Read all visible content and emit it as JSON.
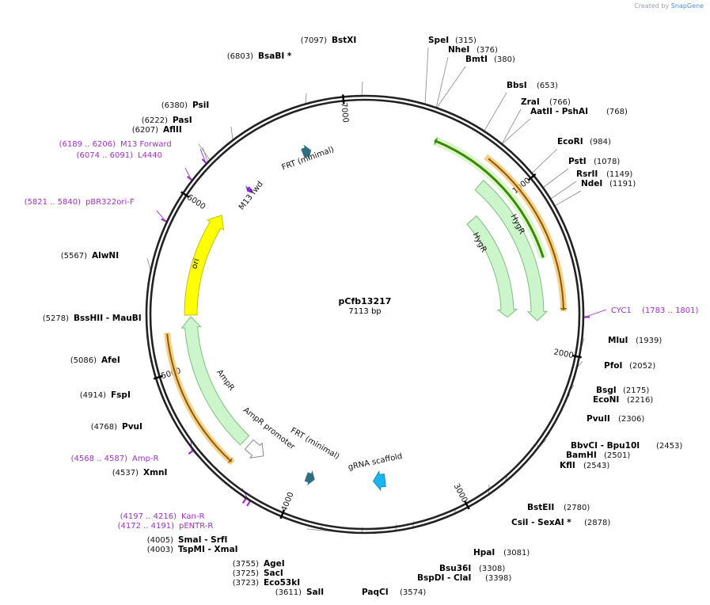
{
  "watermark": {
    "prefix": "Created by",
    "brand": "SnapGene"
  },
  "plasmid": {
    "name": "pCfb13217",
    "length_label": "7113 bp",
    "length": 7113
  },
  "ticks": [
    {
      "pos": 1000,
      "label": "1000"
    },
    {
      "pos": 2000,
      "label": "2000"
    },
    {
      "pos": 3000,
      "label": "3000"
    },
    {
      "pos": 4000,
      "label": "4000"
    },
    {
      "pos": 5000,
      "label": "5000"
    },
    {
      "pos": 6000,
      "label": "6000"
    },
    {
      "pos": 7000,
      "label": "7000"
    }
  ],
  "right_sites": [
    {
      "name": "SpeI",
      "pos": "(315)",
      "bp": 315
    },
    {
      "name": "NheI",
      "pos": "(376)",
      "bp": 376
    },
    {
      "name": "BmtI",
      "pos": "(380)",
      "bp": 380
    },
    {
      "name": "BbsI",
      "pos": "(653)",
      "bp": 653
    },
    {
      "name": "ZraI",
      "pos": "(766)",
      "bp": 766
    },
    {
      "name": "AatII  - PshAI",
      "pos": "(768)",
      "bp": 768
    },
    {
      "name": "EcoRI",
      "pos": "(984)",
      "bp": 984
    },
    {
      "name": "PstI",
      "pos": "(1078)",
      "bp": 1078
    },
    {
      "name": "RsrII",
      "pos": "(1149)",
      "bp": 1149
    },
    {
      "name": "NdeI",
      "pos": "(1191)",
      "bp": 1191
    },
    {
      "name": "MluI",
      "pos": "(1939)",
      "bp": 1939
    },
    {
      "name": "PfoI",
      "pos": "(2052)",
      "bp": 2052
    },
    {
      "name": "BsgI",
      "pos": "(2175)",
      "bp": 2175
    },
    {
      "name": "EcoNI",
      "pos": "(2216)",
      "bp": 2216
    },
    {
      "name": "PvuII",
      "pos": "(2306)",
      "bp": 2306
    },
    {
      "name": "BbvCI  - Bpu10I",
      "pos": "(2453)",
      "bp": 2453
    },
    {
      "name": "BamHI",
      "pos": "(2501)",
      "bp": 2501
    },
    {
      "name": "KflI",
      "pos": "(2543)",
      "bp": 2543
    },
    {
      "name": "BstEII",
      "pos": "(2780)",
      "bp": 2780
    },
    {
      "name": "CsiI  - SexAI *",
      "pos": "(2878)",
      "bp": 2878
    },
    {
      "name": "HpaI",
      "pos": "(3081)",
      "bp": 3081
    },
    {
      "name": "Bsu36I",
      "pos": "(3308)",
      "bp": 3308
    },
    {
      "name": "BspDI  - ClaI",
      "pos": "(3398)",
      "bp": 3398
    },
    {
      "name": "PaqCI",
      "pos": "(3574)",
      "bp": 3574
    }
  ],
  "left_sites": [
    {
      "name": "SalI",
      "pos": "(3611)",
      "bp": 3611
    },
    {
      "name": "Eco53kI",
      "pos": "(3723)",
      "bp": 3723
    },
    {
      "name": "SacI",
      "pos": "(3725)",
      "bp": 3725
    },
    {
      "name": "AgeI",
      "pos": "(3755)",
      "bp": 3755
    },
    {
      "name": "TspMI  - XmaI",
      "pos": "(4003)",
      "bp": 4003
    },
    {
      "name": "SmaI  - SrfI",
      "pos": "(4005)",
      "bp": 4005
    },
    {
      "name": "XmnI",
      "pos": "(4537)",
      "bp": 4537
    },
    {
      "name": "PvuI",
      "pos": "(4768)",
      "bp": 4768
    },
    {
      "name": "FspI",
      "pos": "(4914)",
      "bp": 4914
    },
    {
      "name": "AfeI",
      "pos": "(5086)",
      "bp": 5086
    },
    {
      "name": "BssHII  - MauBI",
      "pos": "(5278)",
      "bp": 5278
    },
    {
      "name": "AlwNI",
      "pos": "(5567)",
      "bp": 5567
    },
    {
      "name": "AflII",
      "pos": "(6207)",
      "bp": 6207
    },
    {
      "name": "PasI",
      "pos": "(6222)",
      "bp": 6222
    },
    {
      "name": "PsiI",
      "pos": "(6380)",
      "bp": 6380
    },
    {
      "name": "BsaBI *",
      "pos": "(6803)",
      "bp": 6803
    },
    {
      "name": "BstXI",
      "pos": "(7097)",
      "bp": 7097
    }
  ],
  "primers": [
    {
      "name": "CYC1",
      "range": "(1783 .. 1801)",
      "bp": 1792,
      "side": "right"
    },
    {
      "name": "Kan-R",
      "range": "(4197 .. 4216)",
      "bp": 4206,
      "side": "left"
    },
    {
      "name": "pENTR-R",
      "range": "(4172 .. 4191)",
      "bp": 4181,
      "side": "left"
    },
    {
      "name": "Amp-R",
      "range": "(4568 .. 4587)",
      "bp": 4577,
      "side": "left"
    },
    {
      "name": "pBR322ori-F",
      "range": "(5821 .. 5840)",
      "bp": 5830,
      "side": "left"
    },
    {
      "name": "L4440",
      "range": "(6074 .. 6091)",
      "bp": 6082,
      "side": "left"
    },
    {
      "name": "M13 Forward",
      "range": "(6189 .. 6206)",
      "bp": 6197,
      "side": "left"
    }
  ],
  "features": {
    "hygr_outer_label": "HygR",
    "hygr_inner_label": "HygR",
    "ori_label": "ori",
    "ampr_label": "AmpR",
    "ampr_promoter_label": "AmpR promoter",
    "frt_top_label": "FRT (minimal)",
    "frt_bottom_label": "FRT (minimal)",
    "m13_fwd_label": "M13 fwd",
    "grna_label": "gRNA scaffold"
  },
  "colors": {
    "backbone": "#222222",
    "resistance": "#ccf5cc",
    "resistance_stroke": "#7fbf7f",
    "ori": "#ffff00",
    "cds_highlight": "#f5c874",
    "hygr_gene": "#3a8a00",
    "frt": "#2f6f7f",
    "grna": "#1ab4f0",
    "primer": "#a030c8",
    "m13fwd": "#8a2be2"
  }
}
